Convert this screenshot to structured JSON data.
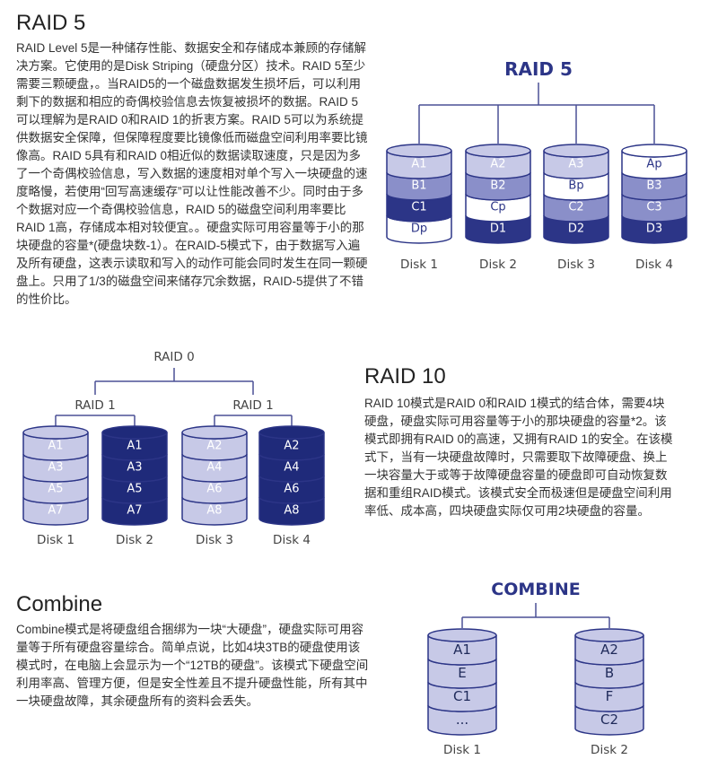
{
  "sections": {
    "raid5": {
      "heading": "RAID 5",
      "text": "RAID Level 5是一种储存性能、数据安全和存储成本兼顾的存储解决方案。它使用的是Disk Striping（硬盘分区）技术。RAID 5至少需要三颗硬盘，。当RAID5的一个磁盘数据发生损坏后，可以利用剩下的数据和相应的奇偶校验信息去恢复被损坏的数据。RAID 5可以理解为是RAID 0和RAID 1的折衷方案。RAID 5可以为系统提供数据安全保障，但保障程度要比镜像低而磁盘空间利用率要比镜像高。RAID 5具有和RAID 0相近似的数据读取速度，只是因为多了一个奇偶校验信息，写入数据的速度相对单个写入一块硬盘的速度略慢，若使用“回写高速缓存”可以让性能改善不少。同时由于多个数据对应一个奇偶校验信息，RAID 5的磁盘空间利用率要比RAID 1高，存储成本相对较便宜。。硬盘实际可用容量等于小的那块硬盘的容量*(硬盘块数-1）。在RAID-5模式下，由于数据写入遍及所有硬盘，这表示读取和写入的动作可能会同时发生在同一颗硬盘上。只用了1/3的磁盘空间来储存冗余数据，RAID-5提供了不错的性价比。"
    },
    "raid10": {
      "heading": "RAID 10",
      "text": "RAID 10模式是RAID 0和RAID 1模式的结合体，需要4块硬盘，硬盘实际可用容量等于小的那块硬盘的容量*2。该模式即拥有RAID 0的高速，又拥有RAID 1的安全。在该模式下，当有一块硬盘故障时，只需要取下故障硬盘、换上一块容量大于或等于故障硬盘容量的硬盘即可自动恢复数据和重组RAID模式。该模式安全而极速但是硬盘空间利用率低、成本高，四块硬盘实际仅可用2块硬盘的容量。"
    },
    "combine": {
      "heading": "Combine",
      "text": "Combine模式是将硬盘组合捆绑为一块“大硬盘”，硬盘实际可用容量等于所有硬盘容量综合。简单点说，比如4块3TB的硬盘使用该模式时，在电脑上会显示为一个“12TB的硬盘”。该模式下硬盘空间利用率高、管理方便，但是安全性差且不提升硬盘性能，所有其中一块硬盘故障，其余硬盘所有的资料会丢失。"
    }
  },
  "diagrams": {
    "raid5": {
      "title": "RAID 5",
      "disks": [
        {
          "label": "Disk 1",
          "blocks": [
            "A1",
            "B1",
            "C1",
            "Dp"
          ]
        },
        {
          "label": "Disk 2",
          "blocks": [
            "A2",
            "B2",
            "Cp",
            "D1"
          ]
        },
        {
          "label": "Disk 3",
          "blocks": [
            "A3",
            "Bp",
            "C2",
            "D2"
          ]
        },
        {
          "label": "Disk 4",
          "blocks": [
            "Ap",
            "B3",
            "C3",
            "D3"
          ]
        }
      ]
    },
    "raid10": {
      "top_label": "RAID 0",
      "pair_labels": [
        "RAID 1",
        "RAID 1"
      ],
      "disks": [
        {
          "label": "Disk 1",
          "blocks": [
            "A1",
            "A3",
            "A5",
            "A7"
          ]
        },
        {
          "label": "Disk 2",
          "blocks": [
            "A1",
            "A3",
            "A5",
            "A7"
          ]
        },
        {
          "label": "Disk 3",
          "blocks": [
            "A2",
            "A4",
            "A6",
            "A8"
          ]
        },
        {
          "label": "Disk 4",
          "blocks": [
            "A2",
            "A4",
            "A6",
            "A8"
          ]
        }
      ]
    },
    "combine": {
      "title": "COMBINE",
      "disks": [
        {
          "label": "Disk 1",
          "blocks": [
            "A1",
            "E",
            "C1",
            "..."
          ]
        },
        {
          "label": "Disk 2",
          "blocks": [
            "A2",
            "B",
            "F",
            "C2"
          ]
        }
      ]
    }
  },
  "colors": {
    "light": "#c7c9e7",
    "mid": "#8a8fc9",
    "dark": "#2c3587",
    "white": "#ffffff",
    "outline": "#2c3587",
    "line": "#4b5096",
    "raid10_dark": "#1f2a7a"
  }
}
